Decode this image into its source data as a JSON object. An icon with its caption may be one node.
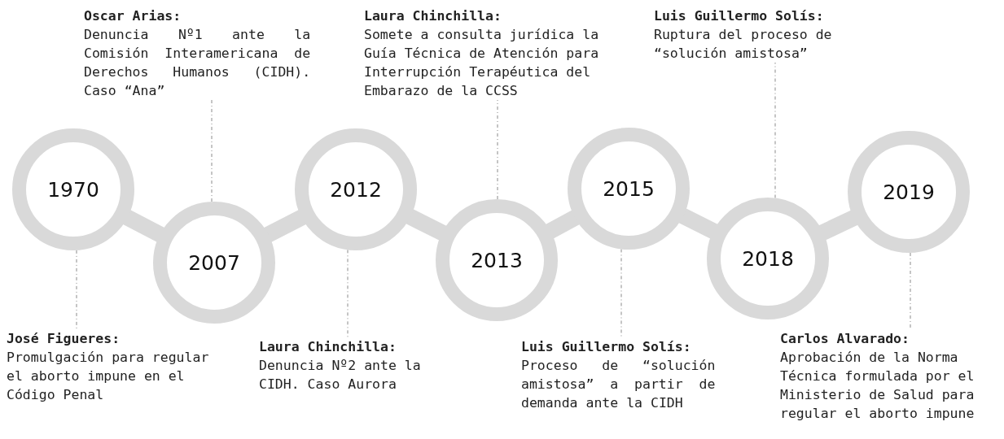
{
  "diagram": {
    "nodes": [
      {
        "text": [
          "1970"
        ]
      },
      {
        "text": [
          "2007"
        ]
      },
      {
        "text": [
          "2012"
        ]
      },
      {
        "text": [
          "2013"
        ]
      },
      {
        "text": [
          "2015"
        ]
      },
      {
        "text": [
          "2018"
        ]
      },
      {
        "text": [
          "2019"
        ]
      },
      {
        "text": [
          "José Figueres:",
          "Promulgación para regular el aborto impune en el Código Penal"
        ]
      },
      {
        "text": [
          "Oscar Arias:",
          "Denuncia Nº1 ante la Comisión Interamericana de Derechos Humanos (CIDH). Caso “Ana”"
        ]
      },
      {
        "text": [
          "Laura Chinchilla:",
          "Denuncia Nº2 ante la CIDH. Caso Aurora"
        ]
      },
      {
        "text": [
          "Laura Chinchilla:",
          "Somete a consulta jurídica la Guía Técnica de Atención para Interrupción Terapéutica del Embarazo de la CCSS"
        ]
      },
      {
        "text": [
          "Luis Guillermo Solís:",
          "Proceso de “solución amistosa” a partir de demanda ante la CIDH"
        ]
      },
      {
        "text": [
          "Luis Guillermo Solís:",
          "Ruptura del proceso de “solución amistosa”"
        ]
      },
      {
        "text": [
          "Carlos Alvarado:",
          "Aprobación de la Norma Técnica formulada por el Ministerio de Salud para regular el aborto impune"
        ]
      }
    ],
    "edges": [
      {
        "from": 0,
        "to": 1,
        "arrow": "none",
        "style": "thick",
        "color": "#d9d9d9"
      },
      {
        "from": 1,
        "to": 2,
        "arrow": "none",
        "style": "thick",
        "color": "#d9d9d9"
      },
      {
        "from": 2,
        "to": 3,
        "arrow": "none",
        "style": "thick",
        "color": "#d9d9d9"
      },
      {
        "from": 3,
        "to": 4,
        "arrow": "none",
        "style": "thick",
        "color": "#d9d9d9"
      },
      {
        "from": 4,
        "to": 5,
        "arrow": "none",
        "style": "thick",
        "color": "#d9d9d9"
      },
      {
        "from": 5,
        "to": 6,
        "arrow": "none",
        "style": "thick",
        "color": "#d9d9d9"
      },
      {
        "from": 0,
        "to": 7,
        "arrow": "none",
        "style": "dashed"
      },
      {
        "from": 1,
        "to": 8,
        "arrow": "none",
        "style": "dashed"
      },
      {
        "from": 2,
        "to": 9,
        "arrow": "none",
        "style": "dashed"
      },
      {
        "from": 3,
        "to": 10,
        "arrow": "none",
        "style": "dashed"
      },
      {
        "from": 4,
        "to": 11,
        "arrow": "none",
        "style": "dashed"
      },
      {
        "from": 5,
        "to": 12,
        "arrow": "none",
        "style": "dashed"
      },
      {
        "from": 6,
        "to": 13,
        "arrow": "none",
        "style": "dashed"
      }
    ]
  }
}
